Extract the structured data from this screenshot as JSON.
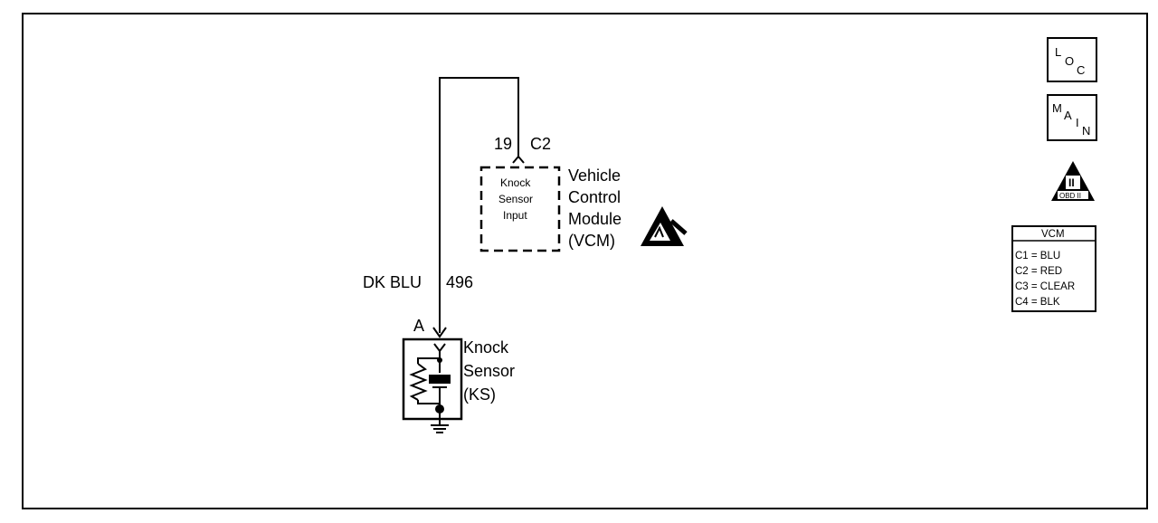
{
  "connector": {
    "pin": "19",
    "connector": "C2"
  },
  "vcm": {
    "box_lines": [
      "Knock",
      "Sensor",
      "Input"
    ],
    "label_lines": [
      "Vehicle",
      "Control",
      "Module",
      "(VCM)"
    ]
  },
  "wire": {
    "color": "DK BLU",
    "circuit": "496"
  },
  "sensor": {
    "terminal": "A",
    "label_lines": [
      "Knock",
      "Sensor",
      "(KS)"
    ]
  },
  "symbols": {
    "loc": {
      "l": "L",
      "o": "O",
      "c": "C"
    },
    "main": {
      "m": "M",
      "a": "A",
      "i": "I",
      "n": "N"
    },
    "obd": {
      "numeral": "II",
      "text": "OBD II"
    },
    "esd": "esd-warning-icon"
  },
  "legend": {
    "title": "VCM",
    "rows": [
      "C1 = BLU",
      "C2 = RED",
      "C3 = CLEAR",
      "C4 = BLK"
    ]
  }
}
